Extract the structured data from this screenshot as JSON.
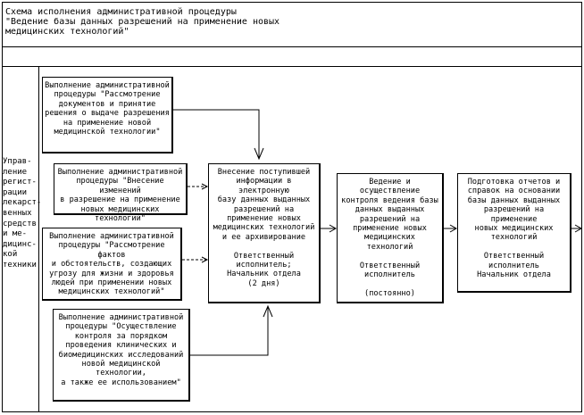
{
  "header": {
    "title": "Схема исполнения административной процедуры\n\"Ведение базы данных разрешений на применение новых\nмедицинских технологий\""
  },
  "side_label": "Управ-\nление\nрегист-\nрации\nлекарст-\nвенных\nсредств\nи ме-\nдицинс-\nкой\nтехники",
  "boxes": {
    "review": "Выполнение административной\nпроцедуры \"Рассмотрение\nдокументов и принятие\nрешения о выдаче разрешения\nна применение новой\nмедицинской технологии\"",
    "changes": "Выполнение административной\nпроцедуры \"Внесение изменений\nв разрешение на применение\nновых медицинских технологий\"",
    "facts": "Выполнение административной\nпроцедуры \"Рассмотрение фактов\nи обстоятельств, создающих\nугрозу для жизни и здоровья\nлюдей при применении новых\nмедицинских технологий\"",
    "control": "Выполнение административной\nпроцедуры \"Осуществление\nконтроля за порядком\nпроведения клинических и\nбиомедицинских исследований\nновой медицинской технологии,\nа также ее использованием\"",
    "entry": "Внесение поступившей\nинформации в электронную\nбазу данных выданных\nразрешений на\nприменение новых\nмедицинских технологий\nи ее архивирование\n\nОтветственный\nисполнитель;\nНачальник отдела\n(2 дня)",
    "maintain": "Ведение и осуществление\nконтроля ведения базы\nданных выданных\nразрешений на\nприменение новых\nмедицинских технологий\n\nОтветственный\nисполнитель\n\n(постоянно)",
    "reports": "Подготовка отчетов и\nсправок на основании\nбазы данных выданных\nразрешений на применение\nновых медицинских\nтехнологий\n\nОтветственный\nисполнитель\nНачальник отдела"
  }
}
